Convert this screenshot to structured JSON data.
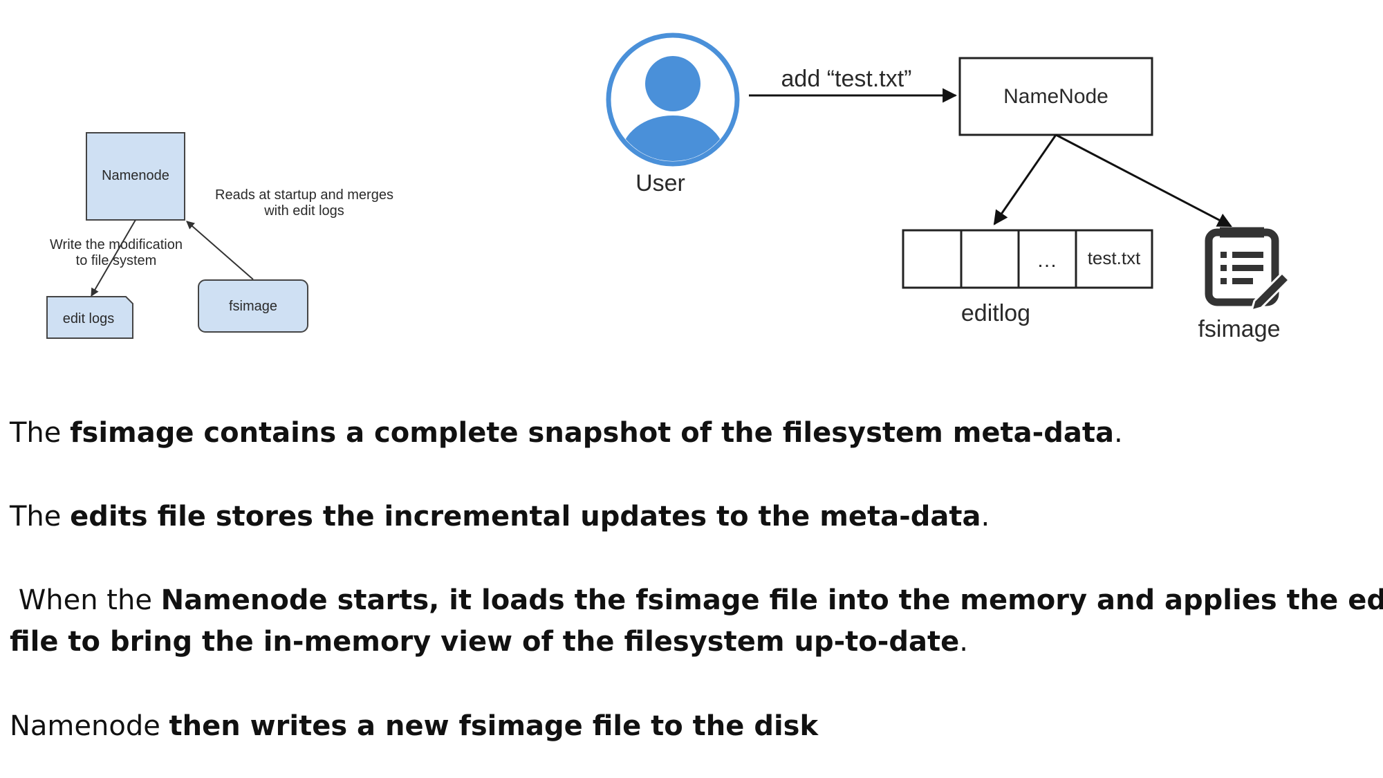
{
  "left_diagram": {
    "namenode": "Namenode",
    "reads_label_line1": "Reads at startup and merges",
    "reads_label_line2": "with edit logs",
    "write_label_line1": "Write the modification",
    "write_label_line2": "to file system",
    "edit_logs": "edit logs",
    "fsimage": "fsimage"
  },
  "right_diagram": {
    "user": "User",
    "add_label": "add “test.txt”",
    "namenode": "NameNode",
    "editlog_cells": [
      "",
      "",
      "…",
      "test.txt"
    ],
    "editlog_label": "editlog",
    "fsimage_label": "fsimage",
    "user_icon": "user-avatar-icon",
    "fsimage_icon": "document-edit-icon"
  },
  "paragraphs": {
    "p1": {
      "pre": "The ",
      "bold": "fsimage contains a complete snapshot of the filesystem meta-data",
      "post": "."
    },
    "p2": {
      "pre": "The ",
      "bold": "edits file stores the incremental updates to the meta-data",
      "post": "."
    },
    "p3": {
      "pre": " When the ",
      "bold1": "Namenode starts, it loads the fsimage file into the memory and applies the edits",
      "bold2": "file to bring the in-memory view of the filesystem up-to-date",
      "post": "."
    },
    "p4": {
      "pre": "Namenode ",
      "bold": "then writes a new fsimage file to the disk"
    }
  }
}
